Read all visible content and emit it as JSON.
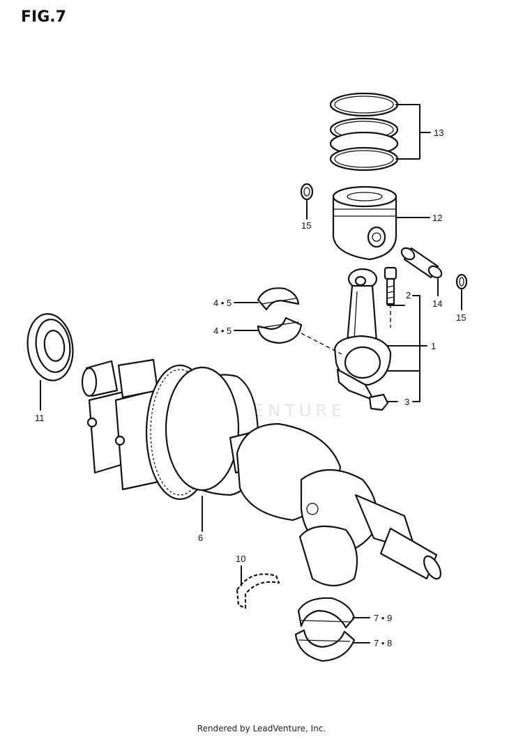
{
  "figure": {
    "title": "FIG.7"
  },
  "watermark": {
    "text": "LEADVENTURE"
  },
  "callouts": {
    "c13": "13",
    "c12": "12",
    "c15a": "15",
    "c14": "14",
    "c15b": "15",
    "c2": "2",
    "c1": "1",
    "c3": "3",
    "c45a": "4 • 5",
    "c45b": "4 • 5",
    "c11": "11",
    "c6": "6",
    "c10": "10",
    "c79": "7 • 9",
    "c78": "7 • 8"
  },
  "footer": {
    "text": "Rendered by LeadVenture, Inc."
  }
}
